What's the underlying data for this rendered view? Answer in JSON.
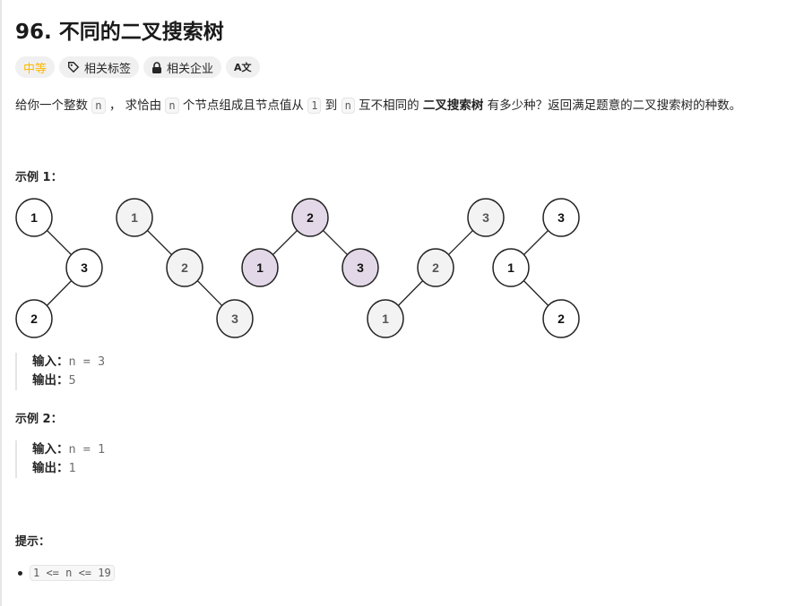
{
  "title": "96. 不同的二叉搜索树",
  "tags": {
    "difficulty": "中等",
    "topics": "相关标签",
    "companies": "相关企业",
    "translate": "A文"
  },
  "description": {
    "p1": "给你一个整数 ",
    "n": "n",
    "p2": " ， 求恰由 ",
    "p3": " 个节点组成且节点值从 ",
    "one": "1",
    "p4": " 到 ",
    "p5": " 互不相同的 ",
    "bold": "二叉搜索树",
    "p6": " 有多少种？返回满足题意的二叉搜索树的种数。"
  },
  "example1": {
    "heading": "示例 1：",
    "input_label": "输入：",
    "input": "n = 3",
    "output_label": "输出：",
    "output": "5"
  },
  "example2": {
    "heading": "示例 2：",
    "input_label": "输入：",
    "input": "n = 1",
    "output_label": "输出：",
    "output": "1"
  },
  "trees": [
    {
      "fill": "#ffffff",
      "nodes": [
        "1",
        "3",
        "2"
      ]
    },
    {
      "fill": "#f3f3f3",
      "nodes": [
        "1",
        "2",
        "3"
      ]
    },
    {
      "fill": "#e3d8e8",
      "nodes": [
        "2",
        "1",
        "3"
      ]
    },
    {
      "fill": "#f3f3f3",
      "nodes": [
        "3",
        "2",
        "1"
      ]
    },
    {
      "fill": "#ffffff",
      "nodes": [
        "3",
        "1",
        "2"
      ]
    }
  ],
  "constraints": {
    "heading": "提示：",
    "items": [
      "1 <= n <= 19"
    ]
  }
}
